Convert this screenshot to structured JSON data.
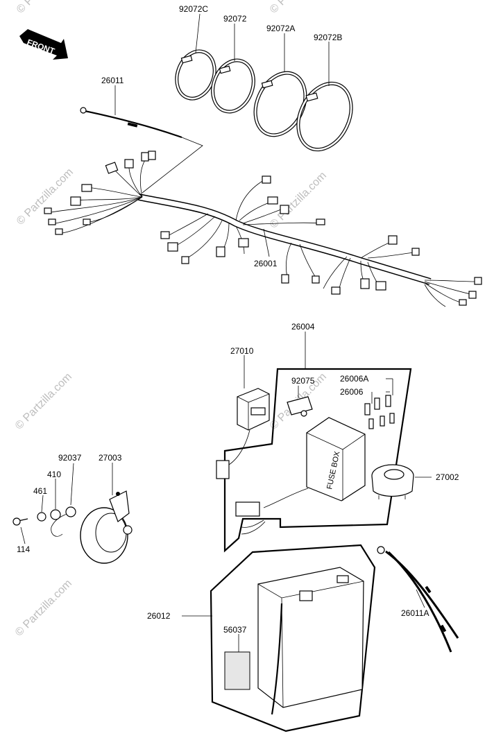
{
  "front_arrow": {
    "label": "FRONT"
  },
  "fuse_box_label": "FUSE BOX",
  "watermark": "© Partzilla.com",
  "parts": {
    "p92072C": "92072C",
    "p92072": "92072",
    "p92072A": "92072A",
    "p92072B": "92072B",
    "p26011": "26011",
    "p26001": "26001",
    "p26004": "26004",
    "p27010": "27010",
    "p92075": "92075",
    "p26006A": "26006A",
    "p26006": "26006",
    "p27002": "27002",
    "p92037": "92037",
    "p27003": "27003",
    "p410": "410",
    "p461": "461",
    "p114": "114",
    "p26012": "26012",
    "p56037": "56037",
    "p26011A": "26011A"
  }
}
